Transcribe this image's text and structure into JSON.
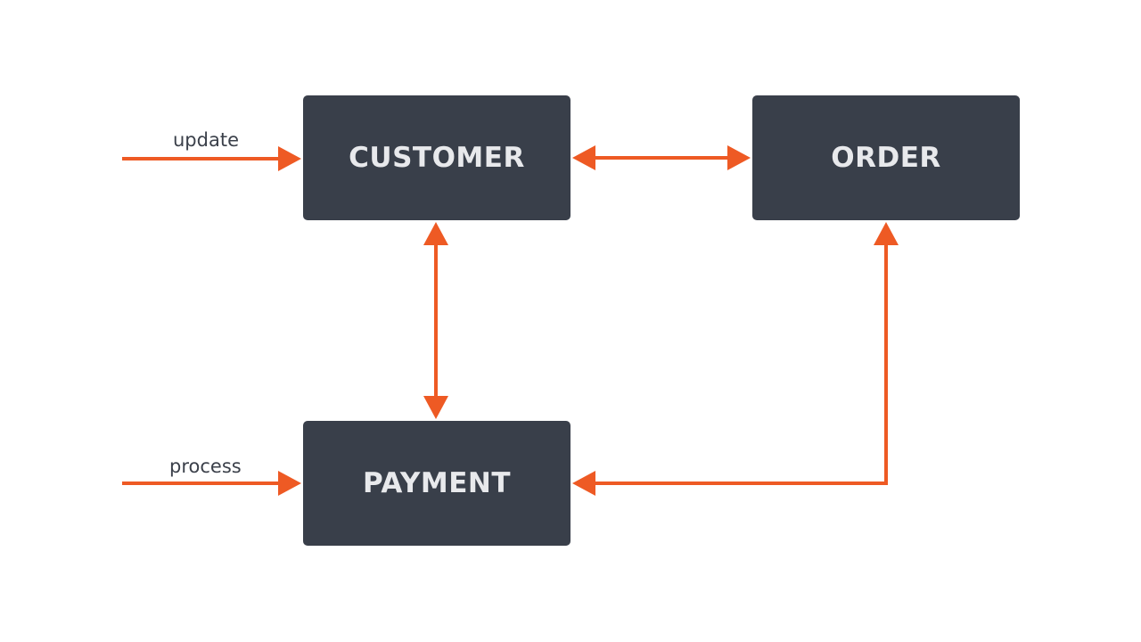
{
  "colors": {
    "background": "#ffffff",
    "node_fill": "#393f4a",
    "node_text": "#e8e9ec",
    "arrow": "#ee5a24",
    "label_text": "#3b404a"
  },
  "nodes": {
    "customer": {
      "label": "CUSTOMER"
    },
    "order": {
      "label": "ORDER"
    },
    "payment": {
      "label": "PAYMENT"
    }
  },
  "edges": {
    "update": {
      "label": "update",
      "from": "",
      "to": "CUSTOMER",
      "direction": "one-way"
    },
    "process": {
      "label": "process",
      "from": "",
      "to": "PAYMENT",
      "direction": "one-way"
    },
    "customer_order": {
      "from": "CUSTOMER",
      "to": "ORDER",
      "direction": "two-way"
    },
    "customer_payment": {
      "from": "CUSTOMER",
      "to": "PAYMENT",
      "direction": "two-way"
    },
    "order_payment": {
      "from": "ORDER",
      "to": "PAYMENT",
      "direction": "two-way"
    }
  }
}
